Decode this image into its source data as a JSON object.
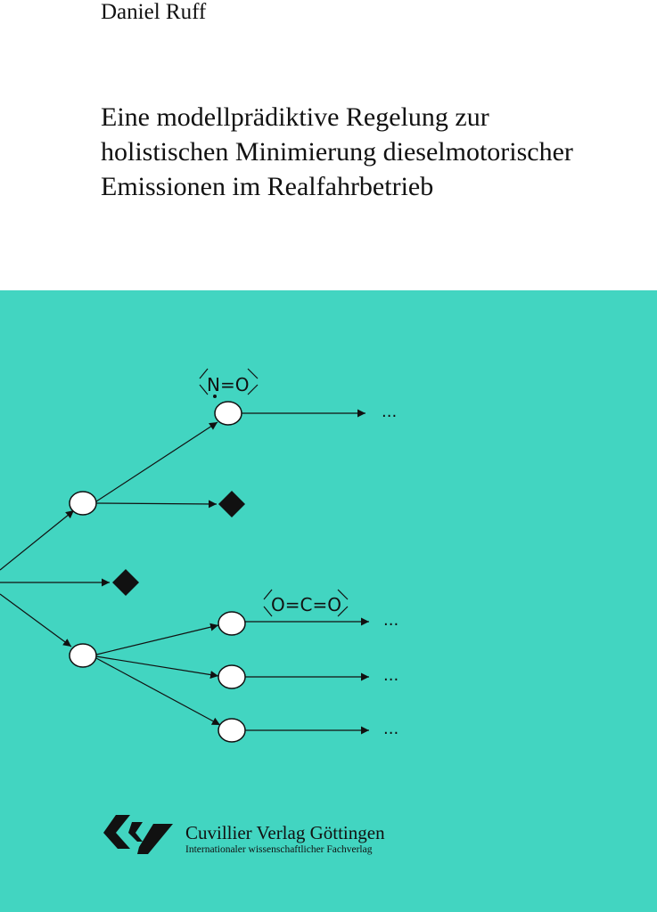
{
  "cover": {
    "author": "Daniel Ruff",
    "title_lines": [
      "Eine modellprädiktive Regelung zur",
      "holistischen Minimierung dieselmotorischer",
      "Emissionen im Realfahrbetrieb"
    ],
    "background_color": "#42d5c1"
  },
  "diagram": {
    "molecule_no": "N=O",
    "molecule_co2": "O=C=O",
    "continuation": "..."
  },
  "publisher": {
    "name": "Cuvillier Verlag Göttingen",
    "tagline": "Internationaler wissenschaftlicher Fachverlag"
  }
}
